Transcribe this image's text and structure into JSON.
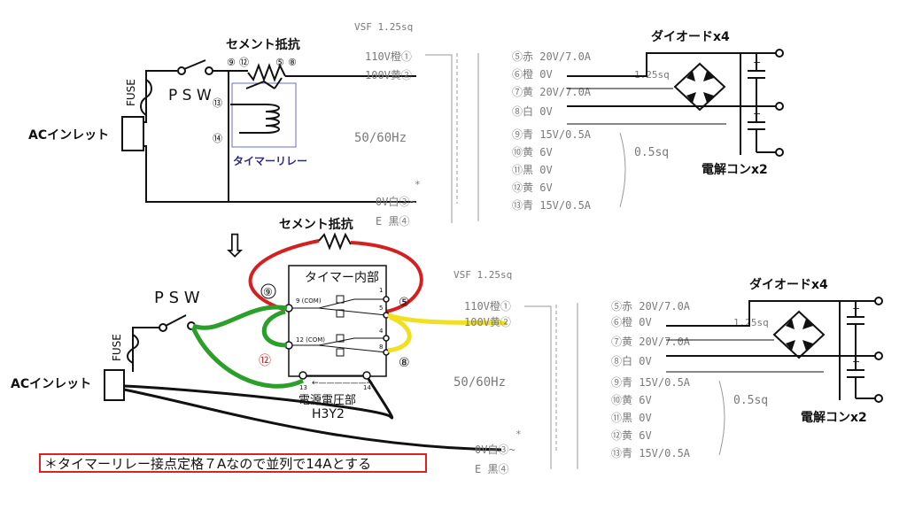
{
  "labels": {
    "cement_resistor": "セメント抵抗",
    "psw": "P S W",
    "fuse": "FUSE",
    "ac_inlet": "ACインレット",
    "timer_relay": "タイマーリレー",
    "timer_internal": "タイマー内部",
    "supply_voltage": "電源電圧部",
    "model": "H3Y2",
    "diode": "ダイオードx4",
    "capacitor": "電解コンx2",
    "freq": "50/60Hz",
    "vsf": "VSF 1.25sq",
    "sq125": "1.25sq",
    "sq05": "0.5sq",
    "asterisk": "*",
    "com9": "9 (COM)",
    "com12": "12 (COM)",
    "pin1": "1",
    "pin5": "5",
    "pin4": "4",
    "pin8": "8",
    "pin13": "13",
    "pin14": "14",
    "plus": "+",
    "minus": "-"
  },
  "top_terminals": {
    "t9": "⑨",
    "t12": "⑫",
    "t5": "⑤",
    "t8": "⑧",
    "t13": "⑬",
    "t14": "⑭"
  },
  "bottom_terminals": {
    "t9": "⑨",
    "t12": "⑫",
    "t5": "⑤",
    "t8": "⑧"
  },
  "arrow": "⇩",
  "transformer_primary": [
    "110V橙①",
    "100V黄②",
    "0V白③~",
    "E 黒④"
  ],
  "transformer_secondary": [
    "⑤赤 20V/7.0A",
    "⑥橙 0V",
    "⑦黄 20V/7.0A",
    "⑧白 0V",
    "⑨青 15V/0.5A",
    "⑩黄 6V",
    "⑪黒 0V",
    "⑫黄 6V",
    "⑬青 15V/0.5A"
  ],
  "note": "＊タイマーリレー接点定格７Aなので並列で14Aとする",
  "colors": {
    "red_wire": "#d42020",
    "green_wire": "#2aa02a",
    "yellow_wire": "#f0e020",
    "note_border": "#dd2222",
    "timer_frame": "#6c6cc8"
  }
}
